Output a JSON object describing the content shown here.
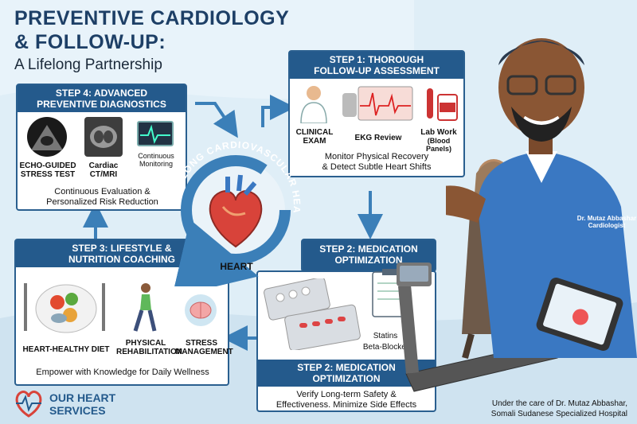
{
  "title": {
    "line1": "PREVENTIVE CARDIOLOGY",
    "line2": "& FOLLOW-UP:",
    "subtitle": "A Lifelong Partnership"
  },
  "step1": {
    "header_line1": "STEP 1: THOROUGH",
    "header_line2": "FOLLOW-UP ASSESSMENT",
    "items": [
      {
        "label_line1": "CLINICAL",
        "label_line2": "EXAM"
      },
      {
        "label_line1": "EKG Review",
        "label_line2": ""
      },
      {
        "label_line1": "Lab Work",
        "label_line2": "(Blood Panels)"
      }
    ],
    "note_line1": "Monitor Physical Recovery",
    "note_line2": "& Detect Subtle Heart Shifts"
  },
  "step4": {
    "header_line1": "STEP 4: ADVANCED",
    "header_line2": "PREVENTIVE DIAGNOSTICS",
    "items": [
      {
        "label_line1": "ECHO-GUIDED",
        "label_line2": "STRESS TEST"
      },
      {
        "label_line1": "Cardiac",
        "label_line2": "CT/MRI"
      },
      {
        "label_line1": "Continuous",
        "label_line2": "Monitoring"
      }
    ],
    "note_line1": "Continuous Evaluation &",
    "note_line2": "Personalized Risk Reduction"
  },
  "step3": {
    "header_line1": "STEP 3: LIFESTYLE &",
    "header_line2": "NUTRITION COACHING",
    "items": [
      {
        "label_line1": "HEART-HEALTHY DIET",
        "label_line2": ""
      },
      {
        "label_line1": "PHYSICAL",
        "label_line2": "REHABILITATION"
      },
      {
        "label_line1": "STRESS",
        "label_line2": "MANAGEMENT"
      }
    ],
    "note": "Empower with Knowledge for Daily Wellness"
  },
  "step2_top": {
    "header_line1": "STEP 2: MEDICATION",
    "header_line2": "OPTIMIZATION"
  },
  "step2_bottom": {
    "header_line1": "STEP 2: MEDICATION",
    "header_line2": "OPTIMIZATION",
    "callouts": [
      "Statins",
      "Beta-Blockers"
    ],
    "note_line1": "Verify Long-term Safety &",
    "note_line2": "Effectiveness. Minimize Side Effects"
  },
  "center": {
    "ring_text": "LIFELONG CARDIOVASCULAR HEALTH",
    "heart_label": "HEART"
  },
  "doctor": {
    "badge_line1": "Dr. Mutaz Abbashar",
    "badge_line2": "Cardiologist"
  },
  "logo": {
    "line1": "OUR HEART",
    "line2": "SERVICES"
  },
  "footer": {
    "line1": "Under the care of Dr. Mutaz Abbashar,",
    "line2": "Somali Sudanese Specialized Hospital"
  },
  "colors": {
    "navy": "#245a8c",
    "title": "#1d3f66",
    "heart_red": "#d8433a",
    "ring_blue": "#3b7fb8",
    "scrub": "#3a78c2",
    "logo_red": "#d8433a"
  }
}
